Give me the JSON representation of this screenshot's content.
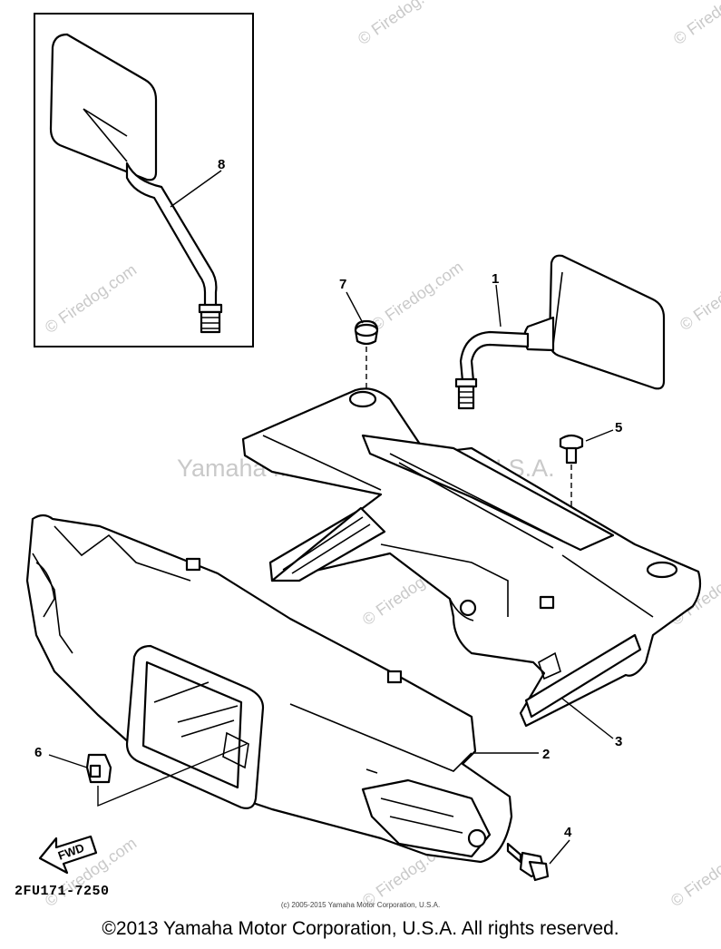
{
  "diagram": {
    "drawing_code": "2FU171-7250",
    "fwd_label": "FWD",
    "callouts": [
      "1",
      "2",
      "3",
      "4",
      "5",
      "6",
      "7",
      "8"
    ]
  },
  "watermarks": {
    "brand": "© Firedog.com",
    "center": "Yamaha Motor Corporation, U.S.A."
  },
  "footer": {
    "small_copyright": "(c) 2005-2015 Yamaha Motor Corporation, U.S.A.",
    "copyright": "©2013 Yamaha Motor Corporation, U.S.A. All rights reserved."
  },
  "colors": {
    "line": "#000000",
    "watermark": "#c9c9c9",
    "background": "#ffffff"
  }
}
